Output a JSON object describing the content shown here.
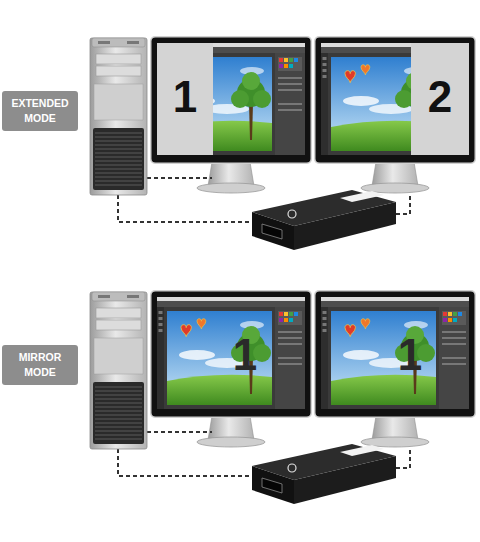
{
  "diagram": {
    "nodes": [
      {
        "text": [
          "EXTENDED MODE"
        ]
      },
      {
        "text": [
          "1"
        ]
      },
      {
        "text": [
          "2"
        ]
      },
      {
        "text": [
          "MIRROR MODE"
        ]
      },
      {
        "text": [
          "1"
        ]
      },
      {
        "text": [
          "1"
        ]
      }
    ]
  }
}
